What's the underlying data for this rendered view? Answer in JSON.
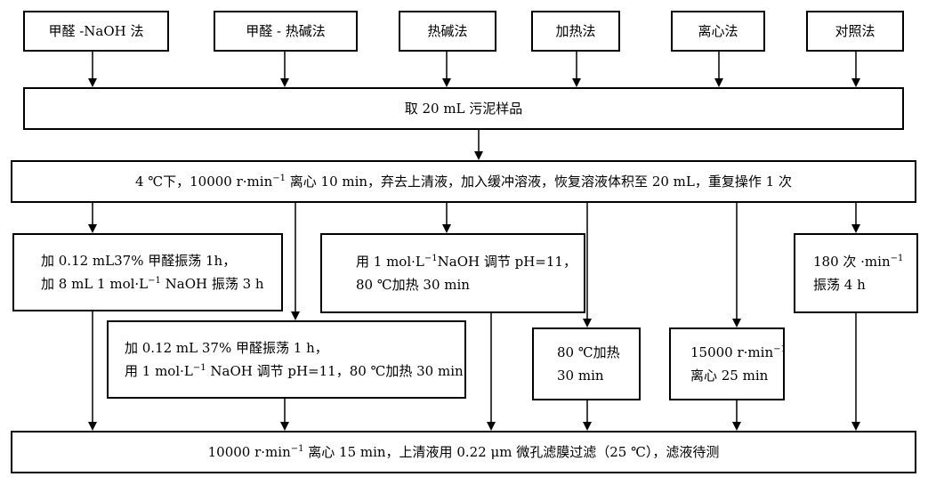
{
  "methods": [
    {
      "label": "甲醛 -NaOH 法"
    },
    {
      "label": "甲醛 - 热碱法"
    },
    {
      "label": "热碱法"
    },
    {
      "label": "加热法"
    },
    {
      "label": "离心法"
    },
    {
      "label": "对照法"
    }
  ],
  "step1": {
    "text": "取 20 mL 污泥样品"
  },
  "step2": {
    "pre": "4 ℃下，10000 r·min",
    "sup": "−1",
    "post": " 离心 10 min，弃去上清液，加入缓冲溶液，恢复溶液体积至 20 mL，重复操作 1 次"
  },
  "treatments": {
    "formaldehyde_naoh": {
      "line1": "加 0.12 mL37% 甲醛振荡 1h，",
      "line2_pre": "加 8 mL 1 mol·L",
      "line2_sup": "−1",
      "line2_post": " NaOH 振荡 3 h"
    },
    "formaldehyde_hot_alkali": {
      "line1": "加 0.12 mL 37% 甲醛振荡 1 h，",
      "line2_pre": "用 1 mol·L",
      "line2_sup": "−1",
      "line2_post": " NaOH 调节 pH=11，80 ℃加热 30 min"
    },
    "hot_alkali": {
      "line1_pre": "用 1 mol·L",
      "line1_sup": "−1",
      "line1_post": "NaOH 调节 pH=11，",
      "line2": "80 ℃加热 30 min"
    },
    "heating": {
      "line1": "80 ℃加热",
      "line2": "30 min"
    },
    "centrifuge": {
      "line1_pre": "15000 r·min",
      "line1_sup": "−1",
      "line2": "离心 25 min"
    },
    "control": {
      "line1_pre": "180 次 ·min",
      "line1_sup": "−1",
      "line2": "振荡 4 h"
    }
  },
  "final": {
    "pre": "10000 r·min",
    "sup": "−1",
    "post": " 离心 15 min，上清液用 0.22 μm 微孔滤膜过滤（25 ℃），滤液待测"
  }
}
